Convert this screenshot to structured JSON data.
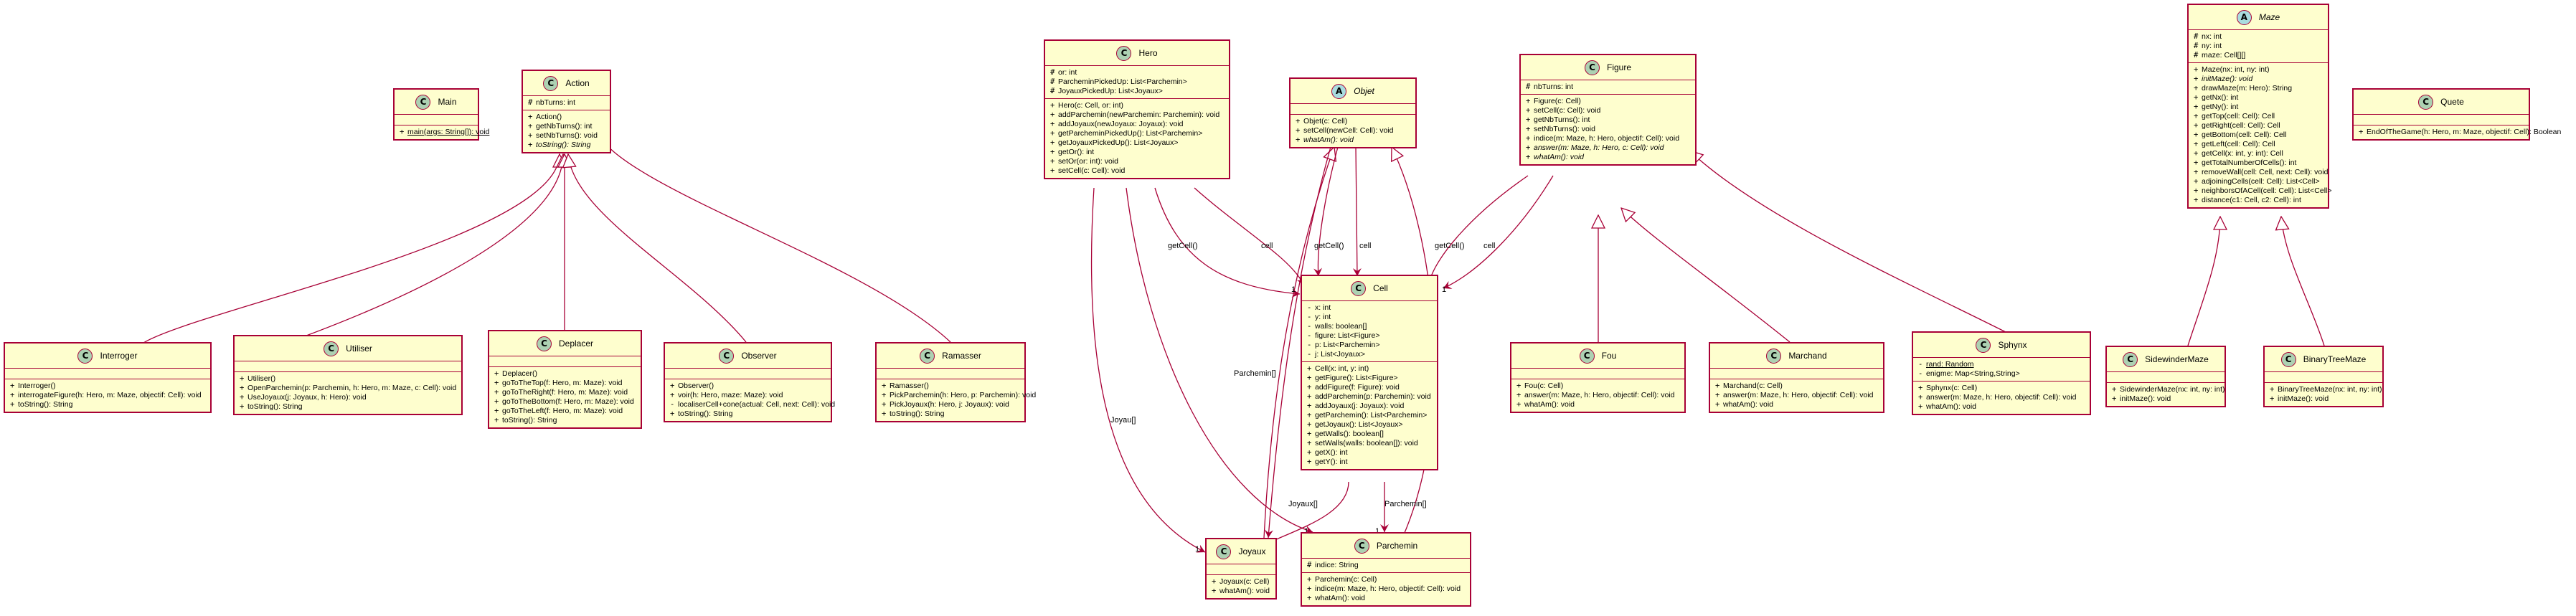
{
  "classes": {
    "main": {
      "name": "Main",
      "fields": [],
      "methods": [
        {
          "vis": "+",
          "text": "main(args: String[]): void",
          "static": true
        }
      ]
    },
    "action": {
      "name": "Action",
      "fields": [
        {
          "vis": "#",
          "text": "nbTurns: int"
        }
      ],
      "methods": [
        {
          "vis": "+",
          "text": "Action()"
        },
        {
          "vis": "+",
          "text": "getNbTurns(): int"
        },
        {
          "vis": "+",
          "text": "setNbTurns(): void"
        },
        {
          "vis": "+",
          "text": "toString(): String",
          "abstract": true
        }
      ]
    },
    "hero": {
      "name": "Hero",
      "fields": [
        {
          "vis": "#",
          "text": "or: int"
        },
        {
          "vis": "#",
          "text": "ParcheminPickedUp: List<Parchemin>"
        },
        {
          "vis": "#",
          "text": "JoyauxPickedUp: List<Joyaux>"
        }
      ],
      "methods": [
        {
          "vis": "+",
          "text": "Hero(c: Cell, or: int)"
        },
        {
          "vis": "+",
          "text": "addParchemin(newParchemin: Parchemin): void"
        },
        {
          "vis": "+",
          "text": "addJoyaux(newJoyaux: Joyaux): void"
        },
        {
          "vis": "+",
          "text": "getParcheminPickedUp(): List<Parchemin>"
        },
        {
          "vis": "+",
          "text": "getJoyauxPickedUp(): List<Joyaux>"
        },
        {
          "vis": "+",
          "text": "getOr(): int"
        },
        {
          "vis": "+",
          "text": "setOr(or: int): void"
        },
        {
          "vis": "+",
          "text": "setCell(c: Cell): void"
        }
      ]
    },
    "objet": {
      "name": "Objet",
      "fields": [],
      "methods": [
        {
          "vis": "+",
          "text": "Objet(c: Cell)"
        },
        {
          "vis": "+",
          "text": "setCell(newCell: Cell): void"
        },
        {
          "vis": "+",
          "text": "whatAm(): void",
          "abstract": true
        }
      ]
    },
    "figure": {
      "name": "Figure",
      "fields": [
        {
          "vis": "#",
          "text": "nbTurns: int"
        }
      ],
      "methods": [
        {
          "vis": "+",
          "text": "Figure(c: Cell)"
        },
        {
          "vis": "+",
          "text": "setCell(c: Cell): void"
        },
        {
          "vis": "+",
          "text": "getNbTurns(): int"
        },
        {
          "vis": "+",
          "text": "setNbTurns(): void"
        },
        {
          "vis": "+",
          "text": "indice(m: Maze, h: Hero, objectif: Cell): void"
        },
        {
          "vis": "+",
          "text": "answer(m: Maze, h: Hero, c: Cell): void",
          "abstract": true
        },
        {
          "vis": "+",
          "text": "whatAm(): void",
          "abstract": true
        }
      ]
    },
    "maze": {
      "name": "Maze",
      "fields": [
        {
          "vis": "#",
          "text": "nx: int"
        },
        {
          "vis": "#",
          "text": "ny: int"
        },
        {
          "vis": "#",
          "text": "maze: Cell[][]"
        }
      ],
      "methods": [
        {
          "vis": "+",
          "text": "Maze(nx: int, ny: int)"
        },
        {
          "vis": "+",
          "text": "initMaze(): void",
          "abstract": true
        },
        {
          "vis": "+",
          "text": "drawMaze(m: Hero): String"
        },
        {
          "vis": "+",
          "text": "getNx(): int"
        },
        {
          "vis": "+",
          "text": "getNy(): int"
        },
        {
          "vis": "+",
          "text": "getTop(cell: Cell): Cell"
        },
        {
          "vis": "+",
          "text": "getRight(cell: Cell): Cell"
        },
        {
          "vis": "+",
          "text": "getBottom(cell: Cell): Cell"
        },
        {
          "vis": "+",
          "text": "getLeft(cell: Cell): Cell"
        },
        {
          "vis": "+",
          "text": "getCell(x: int, y: int): Cell"
        },
        {
          "vis": "+",
          "text": "getTotalNumberOfCells(): int"
        },
        {
          "vis": "+",
          "text": "removeWall(cell: Cell, next: Cell): void"
        },
        {
          "vis": "+",
          "text": "adjoiningCells(cell: Cell): List<Cell>"
        },
        {
          "vis": "+",
          "text": "neighborsOfACell(cell: Cell): List<Cell>"
        },
        {
          "vis": "+",
          "text": "distance(c1: Cell, c2: Cell): int"
        }
      ]
    },
    "quete": {
      "name": "Quete",
      "fields": [],
      "methods": [
        {
          "vis": "+",
          "text": "EndOfTheGame(h: Hero, m: Maze, objectif: Cell): Boolean"
        }
      ]
    },
    "interroger": {
      "name": "Interroger",
      "fields": [],
      "methods": [
        {
          "vis": "+",
          "text": "Interroger()"
        },
        {
          "vis": "+",
          "text": "interrogateFigure(h: Hero, m: Maze, objectif: Cell): void"
        },
        {
          "vis": "+",
          "text": "toString(): String"
        }
      ]
    },
    "utiliser": {
      "name": "Utiliser",
      "fields": [],
      "methods": [
        {
          "vis": "+",
          "text": "Utiliser()"
        },
        {
          "vis": "+",
          "text": "OpenParchemin(p: Parchemin, h: Hero, m: Maze, c: Cell): void"
        },
        {
          "vis": "+",
          "text": "UseJoyaux(j: Joyaux, h: Hero): void"
        },
        {
          "vis": "+",
          "text": "toString(): String"
        }
      ]
    },
    "deplacer": {
      "name": "Deplacer",
      "fields": [],
      "methods": [
        {
          "vis": "+",
          "text": "Deplacer()"
        },
        {
          "vis": "+",
          "text": "goToTheTop(f: Hero, m: Maze): void"
        },
        {
          "vis": "+",
          "text": "goToTheRight(f: Hero, m: Maze): void"
        },
        {
          "vis": "+",
          "text": "goToTheBottom(f: Hero, m: Maze): void"
        },
        {
          "vis": "+",
          "text": "goToTheLeft(f: Hero, m: Maze): void"
        },
        {
          "vis": "+",
          "text": "toString(): String"
        }
      ]
    },
    "observer": {
      "name": "Observer",
      "fields": [],
      "methods": [
        {
          "vis": "+",
          "text": "Observer()"
        },
        {
          "vis": "+",
          "text": "voir(h: Hero, maze: Maze): void"
        },
        {
          "vis": "-",
          "text": "localiserCell+cone(actual: Cell, next: Cell): void",
          "private": true
        },
        {
          "vis": "+",
          "text": "toString(): String"
        }
      ]
    },
    "ramasser": {
      "name": "Ramasser",
      "fields": [],
      "methods": [
        {
          "vis": "+",
          "text": "Ramasser()"
        },
        {
          "vis": "+",
          "text": "PickParchemin(h: Hero, p: Parchemin): void"
        },
        {
          "vis": "+",
          "text": "PickJoyaux(h: Hero, j: Joyaux): void"
        },
        {
          "vis": "+",
          "text": "toString(): String"
        }
      ]
    },
    "cell": {
      "name": "Cell",
      "fields": [
        {
          "vis": "-",
          "text": "x: int"
        },
        {
          "vis": "-",
          "text": "y: int"
        },
        {
          "vis": "-",
          "text": "walls: boolean[]"
        },
        {
          "vis": "-",
          "text": "figure: List<Figure>"
        },
        {
          "vis": "-",
          "text": "p: List<Parchemin>"
        },
        {
          "vis": "-",
          "text": "j: List<Joyaux>"
        }
      ],
      "methods": [
        {
          "vis": "+",
          "text": "Cell(x: int, y: int)"
        },
        {
          "vis": "+",
          "text": "getFigure(): List<Figure>"
        },
        {
          "vis": "+",
          "text": "addFigure(f: Figure): void"
        },
        {
          "vis": "+",
          "text": "addParchemin(p: Parchemin): void"
        },
        {
          "vis": "+",
          "text": "addJoyaux(j: Joyaux): void"
        },
        {
          "vis": "+",
          "text": "getParchemin(): List<Parchemin>"
        },
        {
          "vis": "+",
          "text": "getJoyaux(): List<Joyaux>"
        },
        {
          "vis": "+",
          "text": "getWalls(): boolean[]"
        },
        {
          "vis": "+",
          "text": "setWalls(walls: boolean[]): void"
        },
        {
          "vis": "+",
          "text": "getX(): int"
        },
        {
          "vis": "+",
          "text": "getY(): int"
        }
      ]
    },
    "fou": {
      "name": "Fou",
      "fields": [],
      "methods": [
        {
          "vis": "+",
          "text": "Fou(c: Cell)"
        },
        {
          "vis": "+",
          "text": "answer(m: Maze, h: Hero, objectif: Cell): void"
        },
        {
          "vis": "+",
          "text": "whatAm(): void"
        }
      ]
    },
    "marchand": {
      "name": "Marchand",
      "fields": [],
      "methods": [
        {
          "vis": "+",
          "text": "Marchand(c: Cell)"
        },
        {
          "vis": "+",
          "text": "answer(m: Maze, h: Hero, objectif: Cell): void"
        },
        {
          "vis": "+",
          "text": "whatAm(): void"
        }
      ]
    },
    "sphynx": {
      "name": "Sphynx",
      "fields": [
        {
          "vis": "-",
          "text": "rand: Random",
          "static": true
        },
        {
          "vis": "-",
          "text": "enigme: Map<String,String>"
        }
      ],
      "methods": [
        {
          "vis": "+",
          "text": "Sphynx(c: Cell)"
        },
        {
          "vis": "+",
          "text": "answer(m: Maze, h: Hero, objectif: Cell): void"
        },
        {
          "vis": "+",
          "text": "whatAm(): void"
        }
      ]
    },
    "sidewinder": {
      "name": "SidewinderMaze",
      "fields": [],
      "methods": [
        {
          "vis": "+",
          "text": "SidewinderMaze(nx: int, ny: int)"
        },
        {
          "vis": "+",
          "text": "initMaze(): void"
        }
      ]
    },
    "binarytree": {
      "name": "BinaryTreeMaze",
      "fields": [],
      "methods": [
        {
          "vis": "+",
          "text": "BinaryTreeMaze(nx: int, ny: int)"
        },
        {
          "vis": "+",
          "text": "initMaze(): void"
        }
      ]
    },
    "joyaux": {
      "name": "Joyaux",
      "fields": [],
      "methods": [
        {
          "vis": "+",
          "text": "Joyaux(c: Cell)"
        },
        {
          "vis": "+",
          "text": "whatAm(): void"
        }
      ]
    },
    "parchemin": {
      "name": "Parchemin",
      "fields": [
        {
          "vis": "#",
          "text": "indice: String"
        }
      ],
      "methods": [
        {
          "vis": "+",
          "text": "Parchemin(c: Cell)"
        },
        {
          "vis": "+",
          "text": "indice(m: Maze, h: Hero, objectif: Cell): void"
        },
        {
          "vis": "+",
          "text": "whatAm(): void"
        }
      ]
    }
  },
  "edge_labels": {
    "hero_cell_getcell": "getCell()",
    "hero_cell_cell": "cell",
    "objet_cell_getcell": "getCell()",
    "objet_cell_cell": "cell",
    "figure_cell_getcell": "getCell()",
    "figure_cell_cell": "cell",
    "hero_joyaux": "Joyau[]",
    "objet_joyaux": "Parchemin[]",
    "cell_joyaux": "Joyaux[]",
    "cell_parchemin": "Parchemin[]"
  },
  "multiplicities": {
    "one": "1"
  },
  "colors": {
    "border": "#A80036",
    "fill": "#FEFECE",
    "class_badge": "#ADD1B2",
    "abstract_badge": "#A9DCDF"
  }
}
